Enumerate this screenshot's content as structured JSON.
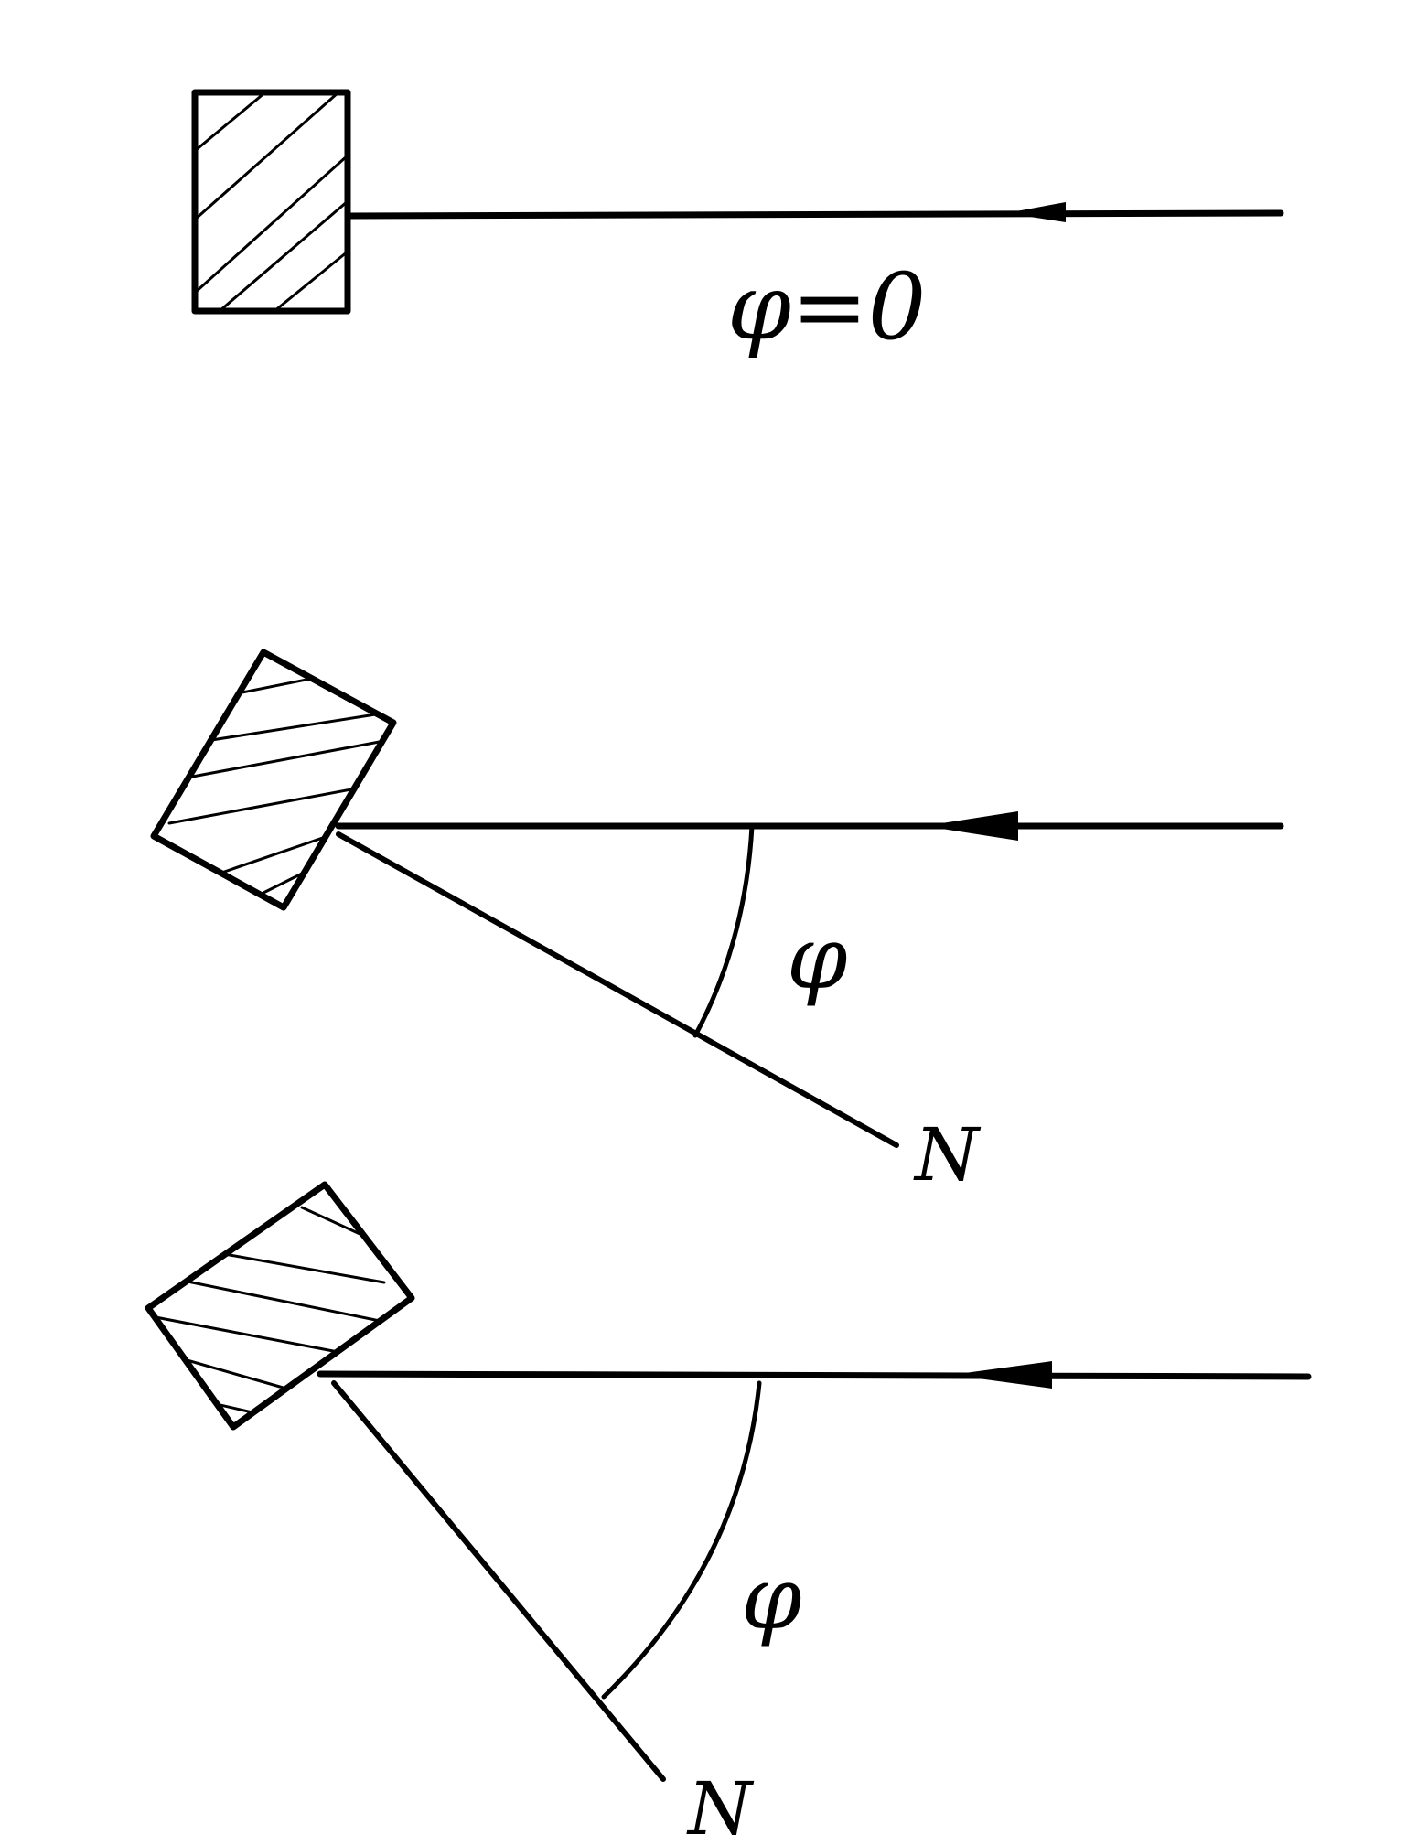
{
  "panels": [
    {
      "id": "panel-1",
      "angle_label": "φ=0",
      "normal_label": ""
    },
    {
      "id": "panel-2",
      "angle_label": "φ",
      "normal_label": "N"
    },
    {
      "id": "panel-3",
      "angle_label": "φ",
      "normal_label": "N"
    }
  ],
  "colors": {
    "ink": "#000000",
    "background": "#ffffff"
  }
}
